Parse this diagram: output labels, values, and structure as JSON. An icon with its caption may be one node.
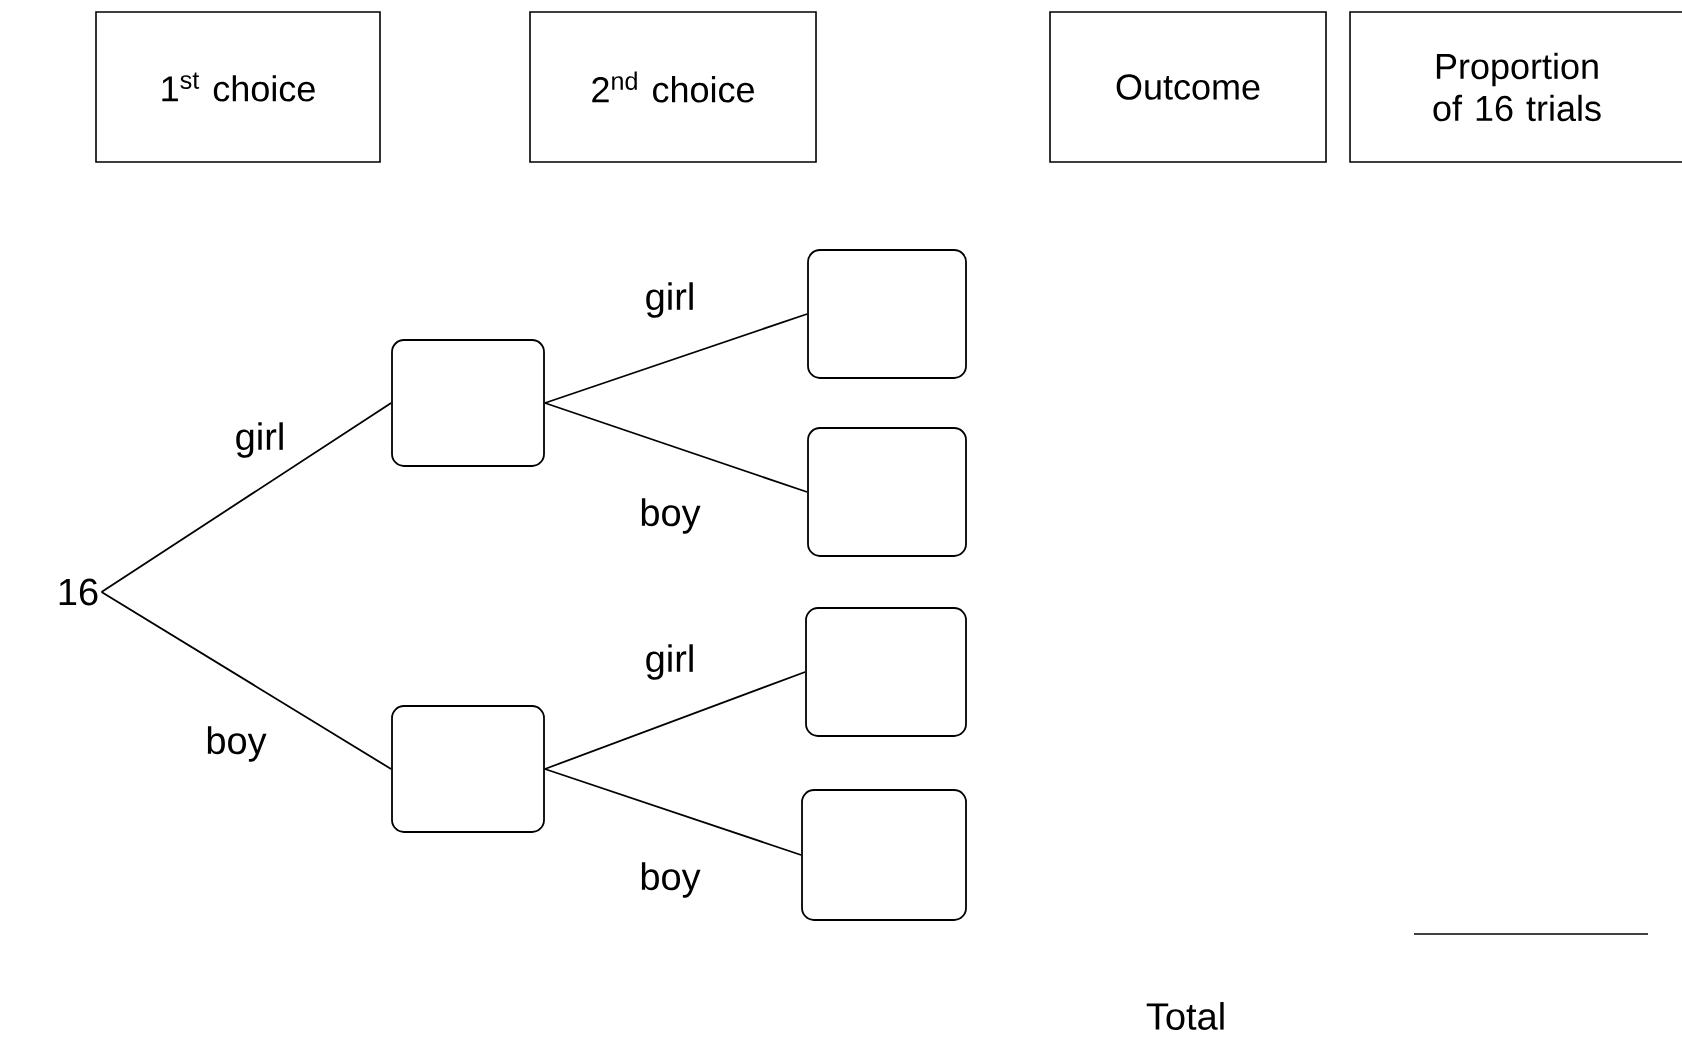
{
  "diagram": {
    "nodes": [
      {
        "text": [
          "1$^{st}$ choice"
        ]
      },
      {
        "text": [
          "2$^{nd}$ choice"
        ]
      },
      {
        "text": [
          "Outcome"
        ]
      },
      {
        "text": [
          "Proportion of 16 trials"
        ]
      },
      {
        "text": [
          "16"
        ]
      },
      {
        "text": [],
        "shape": "box"
      },
      {
        "text": [],
        "shape": "box"
      },
      {
        "text": [],
        "shape": "box"
      },
      {
        "text": [],
        "shape": "box"
      },
      {
        "text": [],
        "shape": "box"
      },
      {
        "text": [],
        "shape": "box"
      }
    ],
    "edges": [
      {
        "from": 4,
        "to": 5,
        "arrow": "none",
        "label": "girl"
      },
      {
        "from": 4,
        "to": 6,
        "arrow": "none",
        "label": "boy"
      },
      {
        "from": 5,
        "to": 7,
        "arrow": "none",
        "label": "girl"
      },
      {
        "from": 5,
        "to": 8,
        "arrow": "none",
        "label": "boy"
      },
      {
        "from": 6,
        "to": 9,
        "arrow": "none",
        "label": "girl"
      },
      {
        "from": 6,
        "to": 10,
        "arrow": "none",
        "label": "boy"
      }
    ],
    "labels": [
      "Total"
    ]
  }
}
